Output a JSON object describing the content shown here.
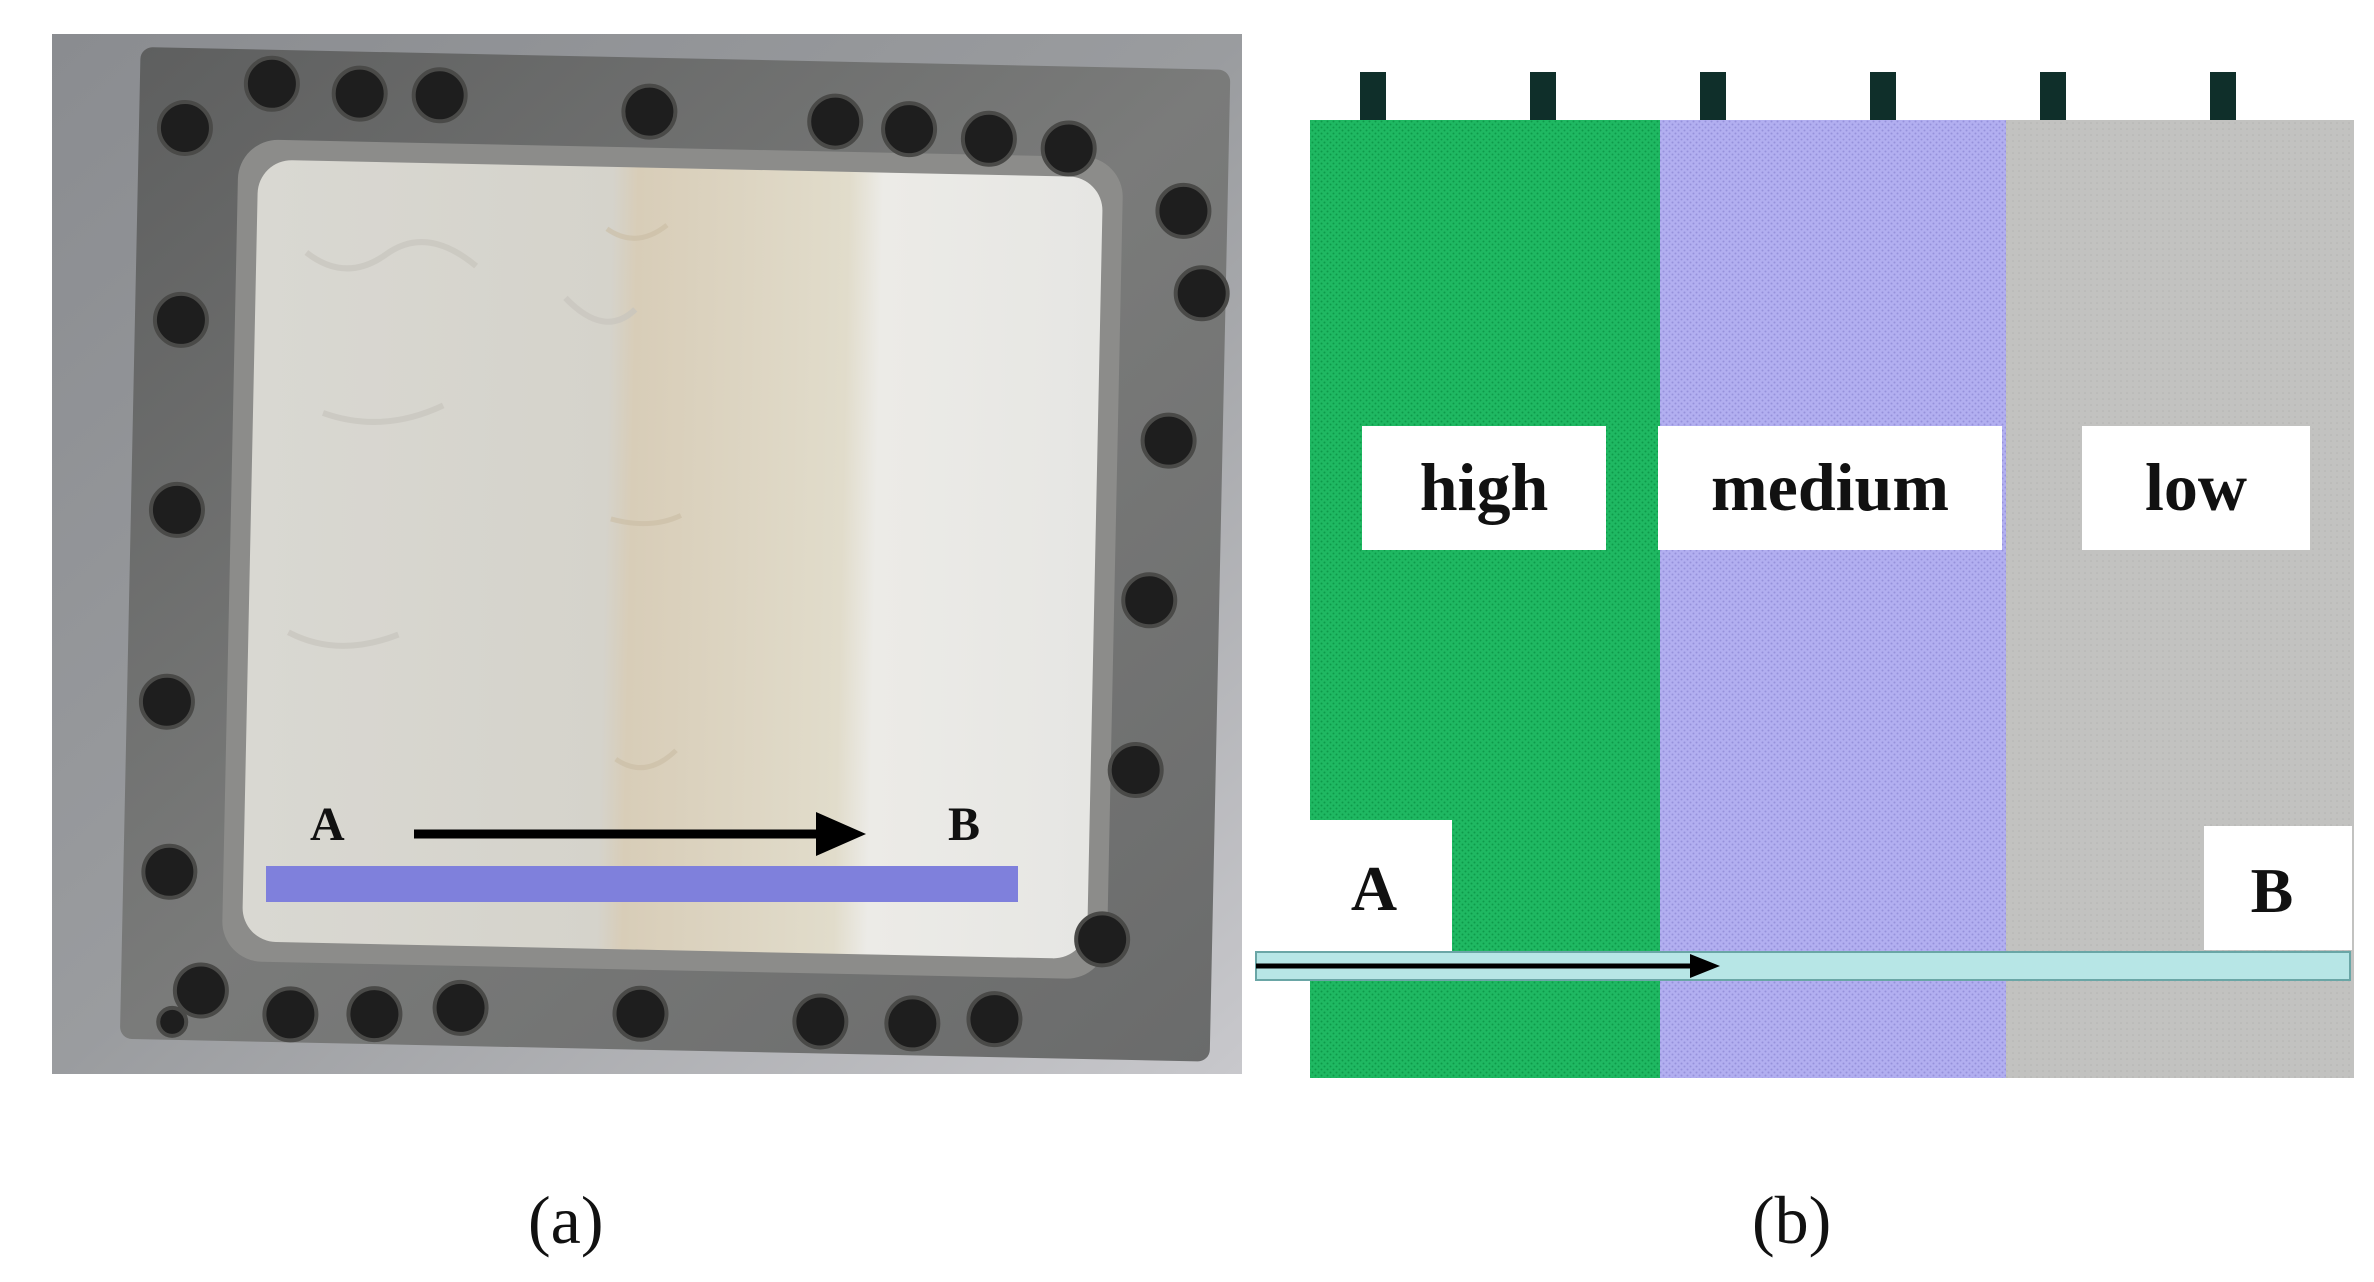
{
  "panel_a": {
    "caption": "(a)",
    "point_a_label": "A",
    "point_b_label": "B",
    "colors": {
      "measure_line": "#7f80dc",
      "arrow": "#000000",
      "frame": "#6f6f6d"
    }
  },
  "panel_b": {
    "caption": "(b)",
    "zones": [
      {
        "label": "high",
        "color": "#1ab55e"
      },
      {
        "label": "medium",
        "color": "#a9a6ea"
      },
      {
        "label": "low",
        "color": "#bfbfbd"
      }
    ],
    "point_a_label": "A",
    "point_b_label": "B",
    "colors": {
      "measure_line": "#b7e6e6",
      "arrow": "#000000",
      "tab": "#0f2f2a"
    }
  }
}
